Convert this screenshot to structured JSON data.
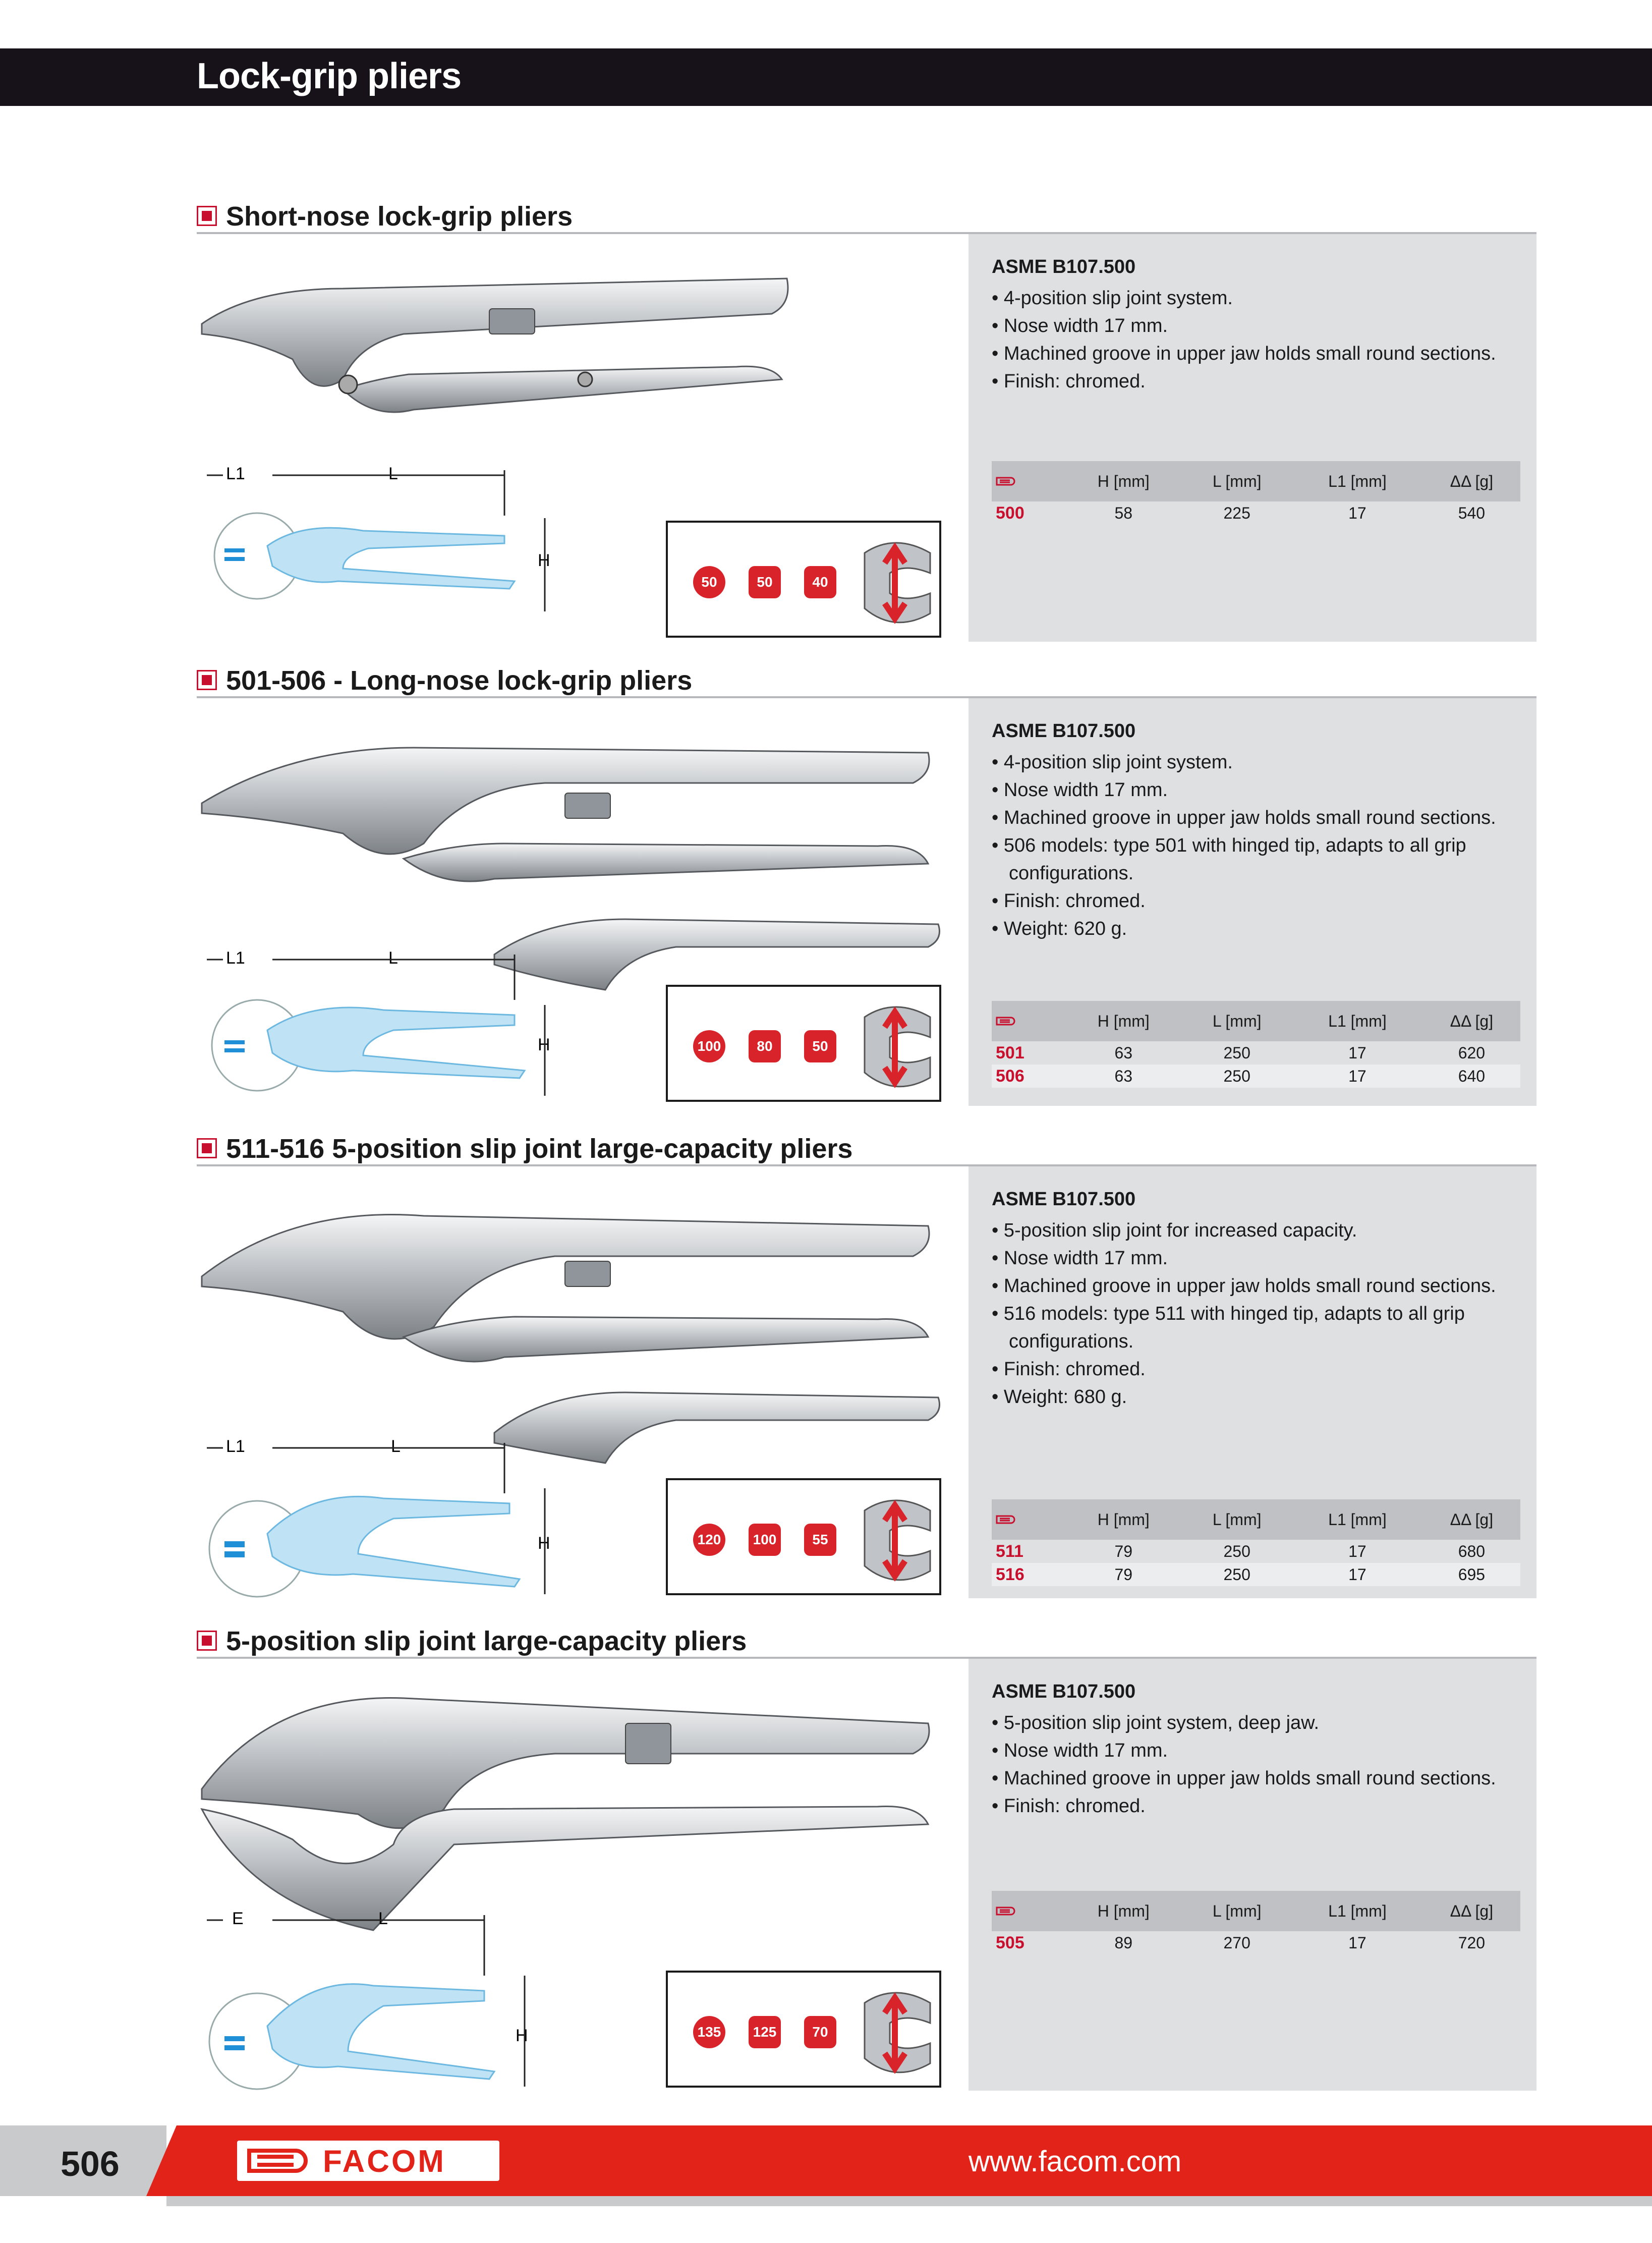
{
  "header": {
    "title": "Lock-grip pliers"
  },
  "table_headers": {
    "h": "H [mm]",
    "l": "L [mm]",
    "l1": "L1 [mm]",
    "w": "[g]"
  },
  "sections": [
    {
      "title": "Short-nose lock-grip pliers",
      "standard": "ASME B107.500",
      "bullets": [
        "4-position slip joint system.",
        "Nose width 17 mm.",
        "Machined groove in upper jaw holds small round sections.",
        "Finish: chromed."
      ],
      "weight": "",
      "rows": [
        {
          "ref": "500",
          "h": "58",
          "l": "225",
          "l1": "17",
          "g": "540"
        }
      ],
      "capacities": [
        "50",
        "50",
        "40"
      ],
      "dim_labels": {
        "a": "L1",
        "b": "L",
        "c": "H"
      }
    },
    {
      "title": "501-506 - Long-nose lock-grip pliers",
      "standard": "ASME B107.500",
      "bullets": [
        "4-position slip joint system.",
        "Nose width 17 mm.",
        "Machined groove in upper jaw holds small round sections.",
        "506 models: type 501 with hinged tip, adapts to all grip configurations.",
        "Finish: chromed."
      ],
      "weight": "Weight: 620 g.",
      "rows": [
        {
          "ref": "501",
          "h": "63",
          "l": "250",
          "l1": "17",
          "g": "620"
        },
        {
          "ref": "506",
          "h": "63",
          "l": "250",
          "l1": "17",
          "g": "640"
        }
      ],
      "capacities": [
        "100",
        "80",
        "50"
      ],
      "dim_labels": {
        "a": "L1",
        "b": "L",
        "c": "H"
      }
    },
    {
      "title": "511-516 5-position slip joint large-capacity pliers",
      "standard": "ASME B107.500",
      "bullets": [
        "5-position slip joint for increased capacity.",
        "Nose width 17 mm.",
        "Machined groove in upper jaw holds small round sections.",
        "516 models: type 511 with hinged tip, adapts to all grip configurations.",
        "Finish: chromed."
      ],
      "weight": "Weight: 680 g.",
      "rows": [
        {
          "ref": "511",
          "h": "79",
          "l": "250",
          "l1": "17",
          "g": "680"
        },
        {
          "ref": "516",
          "h": "79",
          "l": "250",
          "l1": "17",
          "g": "695"
        }
      ],
      "capacities": [
        "120",
        "100",
        "55"
      ],
      "dim_labels": {
        "a": "L1",
        "b": "L",
        "c": "H"
      }
    },
    {
      "title": "5-position slip joint large-capacity pliers",
      "standard": "ASME B107.500",
      "bullets": [
        "5-position slip joint system, deep jaw.",
        "Nose width 17 mm.",
        "Machined groove in upper jaw holds small round sections.",
        "Finish: chromed."
      ],
      "weight": "",
      "rows": [
        {
          "ref": "505",
          "h": "89",
          "l": "270",
          "l1": "17",
          "g": "720"
        }
      ],
      "capacities": [
        "135",
        "125",
        "70"
      ],
      "dim_labels": {
        "a": "E",
        "b": "L",
        "c": "H"
      }
    }
  ],
  "footer": {
    "page_number": "506",
    "brand": "FACOM",
    "url": "www.facom.com"
  },
  "colors": {
    "brand_red": "#e2231a",
    "dark_bar": "#17121a",
    "panel_grey": "#dfe0e2"
  },
  "icons": [
    "facom-logo-icon",
    "weight-icon",
    "pliers-photo",
    "dimension-drawing",
    "capacity-icons"
  ]
}
